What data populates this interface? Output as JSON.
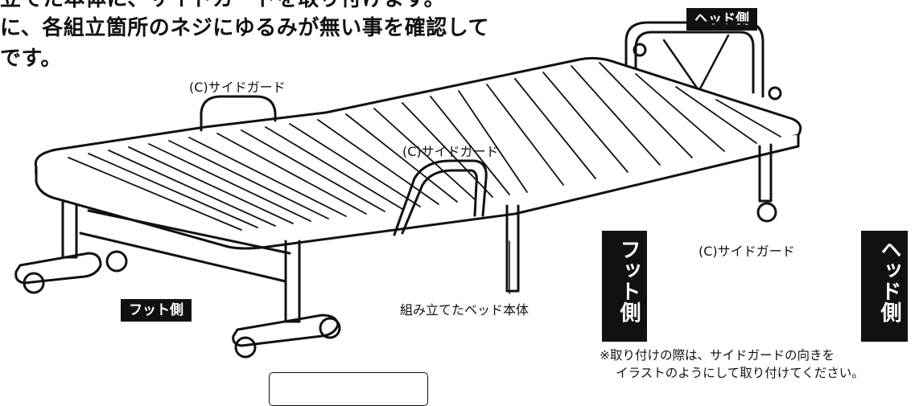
{
  "heading": {
    "line1": "立てた本体に、サイドガードを取り付けます。",
    "line2": "に、各組立箇所のネジにゆるみが無い事を確認して",
    "line3": "です。"
  },
  "labels": {
    "head_side": "ヘッド側",
    "foot_side": "フット側",
    "side_guard_top": "(C)サイドガード",
    "side_guard_middle": "(C)サイドガード",
    "bed_body": "組み立てたベッド本体"
  },
  "inset": {
    "title": "(C)サイドガード",
    "left_label": "フット側",
    "right_label": "ヘッド側"
  },
  "note": {
    "line1": "※取り付けの際は、サイドガードの向きを",
    "line2": "イラストのようにして取り付けてください。"
  },
  "colors": {
    "ink": "#111111",
    "mattress": "#ffffff",
    "background": "#ffffff"
  }
}
